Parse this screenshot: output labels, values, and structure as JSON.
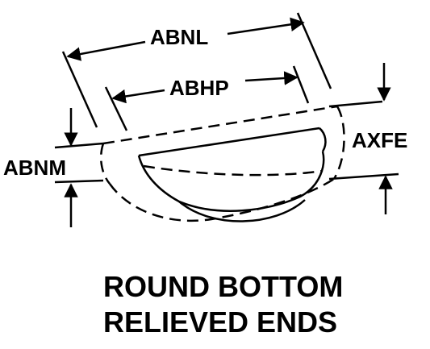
{
  "dimensions": {
    "abnl": "ABNL",
    "abhp": "ABHP",
    "abnm": "ABNM",
    "axfe": "AXFE"
  },
  "caption": {
    "line1": "ROUND BOTTOM",
    "line2": "RELIEVED ENDS"
  }
}
